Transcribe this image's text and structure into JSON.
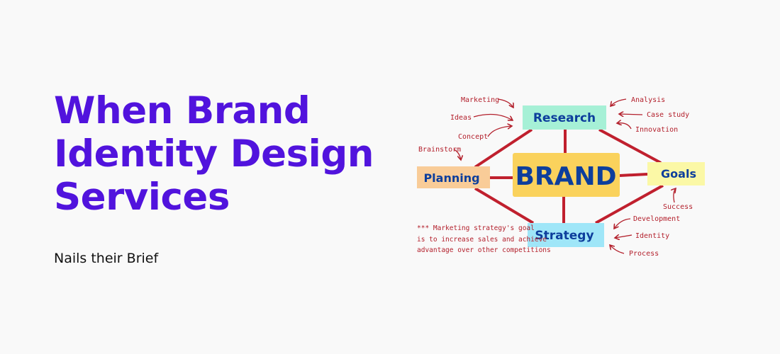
{
  "hero": {
    "title_lines": [
      "When Brand",
      "Identity Design",
      "Services"
    ],
    "subtitle": "Nails their Brief",
    "title_color": "#5113dd"
  },
  "diagram": {
    "center": "BRAND",
    "nodes": {
      "research": "Research",
      "planning": "Planning",
      "goals": "Goals",
      "strategy": "Strategy"
    },
    "research_inputs": [
      "Marketing",
      "Ideas",
      "Concept"
    ],
    "research_outputs": [
      "Analysis",
      "Case study",
      "Innovation"
    ],
    "planning_input": "Brainstorm",
    "goals_input": "Success",
    "strategy_inputs": [
      "Development",
      "Identity",
      "Process"
    ],
    "footnote": [
      "*** Marketing strategy's goal",
      "is to increase sales and achieve",
      "advantage over other competitions"
    ],
    "colors": {
      "line": "#c0202e",
      "research": "#a6f0d6",
      "brand": "#fad25c",
      "planning": "#f9cc98",
      "goals": "#fbf8a6",
      "strategy": "#9fe6f8",
      "text": "#0d3e9c",
      "notes": "#b3202c"
    }
  }
}
